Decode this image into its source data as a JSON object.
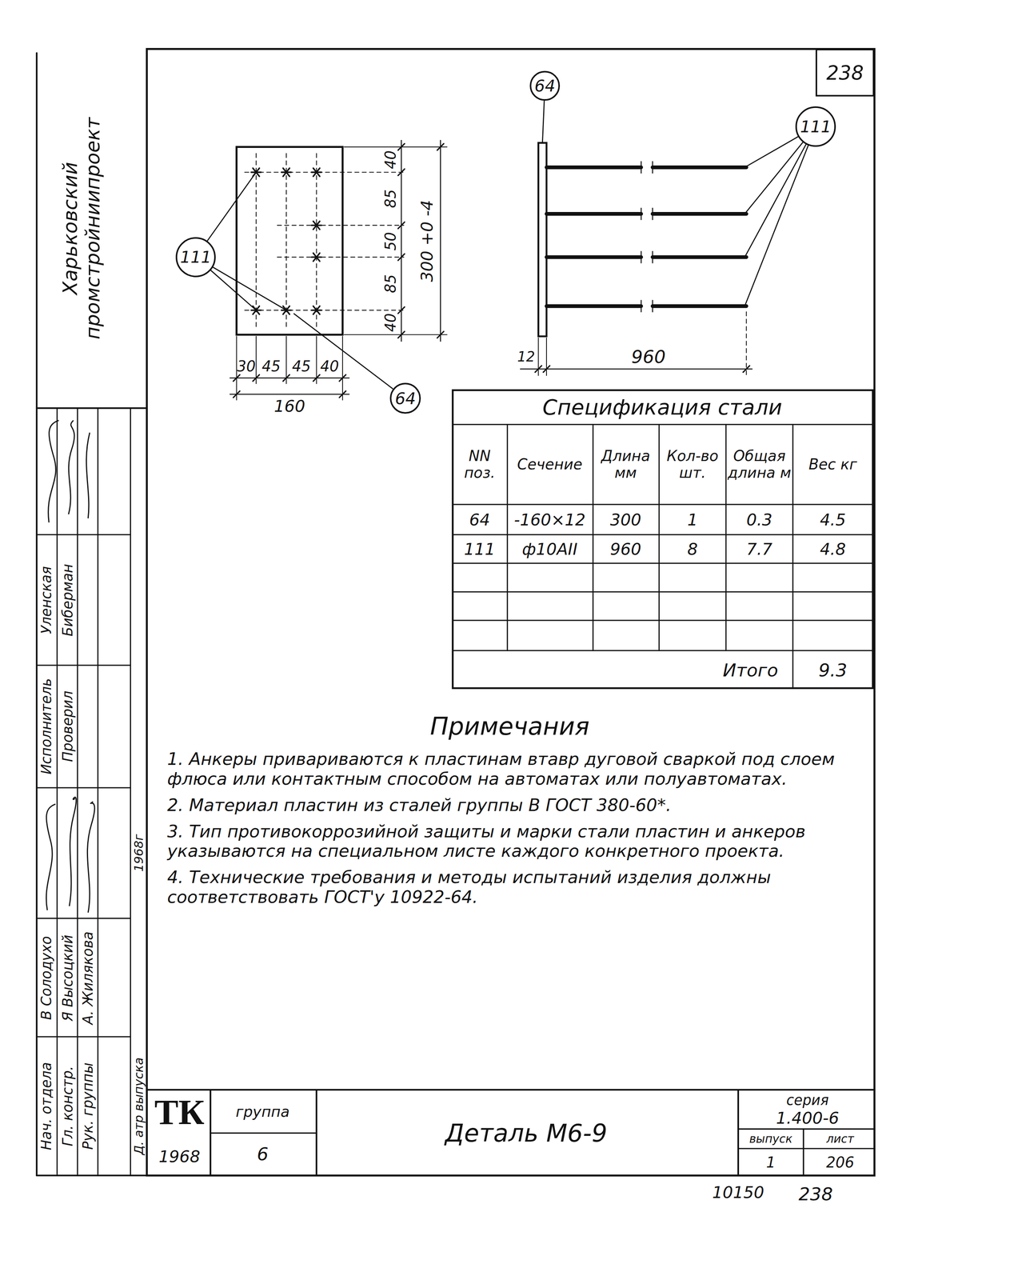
{
  "diagram": {
    "nodes": [
      {
        "text": [
          "238"
        ]
      },
      {
        "text": [
          "64"
        ]
      },
      {
        "text": [
          "111"
        ]
      },
      {
        "text": [
          "111"
        ]
      },
      {
        "text": [
          "64"
        ]
      }
    ],
    "labels": [
      "Харьковский промстройниипроект",
      "Нач. отдела",
      "Гл. констр.",
      "Рук. группы",
      "Д. атр выпуска",
      "В Солодухо",
      "Я Высоцкий",
      "А. Жилякова",
      "1968г",
      "Исполнитель",
      "Проверил",
      "Уленская",
      "Биберман",
      "40",
      "85",
      "50",
      "85",
      "40",
      "300 +0 -4",
      "30",
      "45",
      "45",
      "40",
      "160",
      "12",
      "960",
      "Спецификация стали",
      "NN поз.",
      "Сечение",
      "Длина мм",
      "Кол-во шт.",
      "Общая длина м",
      "Вес кг",
      "64",
      "-160×12",
      "300",
      "1",
      "0.3",
      "4.5",
      "111",
      "ф10АII",
      "960",
      "8",
      "7.7",
      "4.8",
      "Итого",
      "9.3",
      "Примечания",
      "1. Анкеры привариваются к пластинам втавр дуговой сваркой под слоем флюса или контактным способом на автоматах или полуавтоматах.",
      "2. Материал пластин из сталей группы В ГОСТ 380-60*.",
      "3. Тип противокоррозийной защиты и марки стали пластин и анкеров указываются на специальном листе каждого конкретного проекта.",
      "4. Технические требования и методы испытаний изделия должны соответствовать ГОСТ'у 10922-64.",
      "ТК",
      "1968",
      "группа",
      "6",
      "Деталь М6-9",
      "серия",
      "1.400-6",
      "выпуск",
      "лист",
      "1",
      "206",
      "10150",
      "238"
    ]
  }
}
